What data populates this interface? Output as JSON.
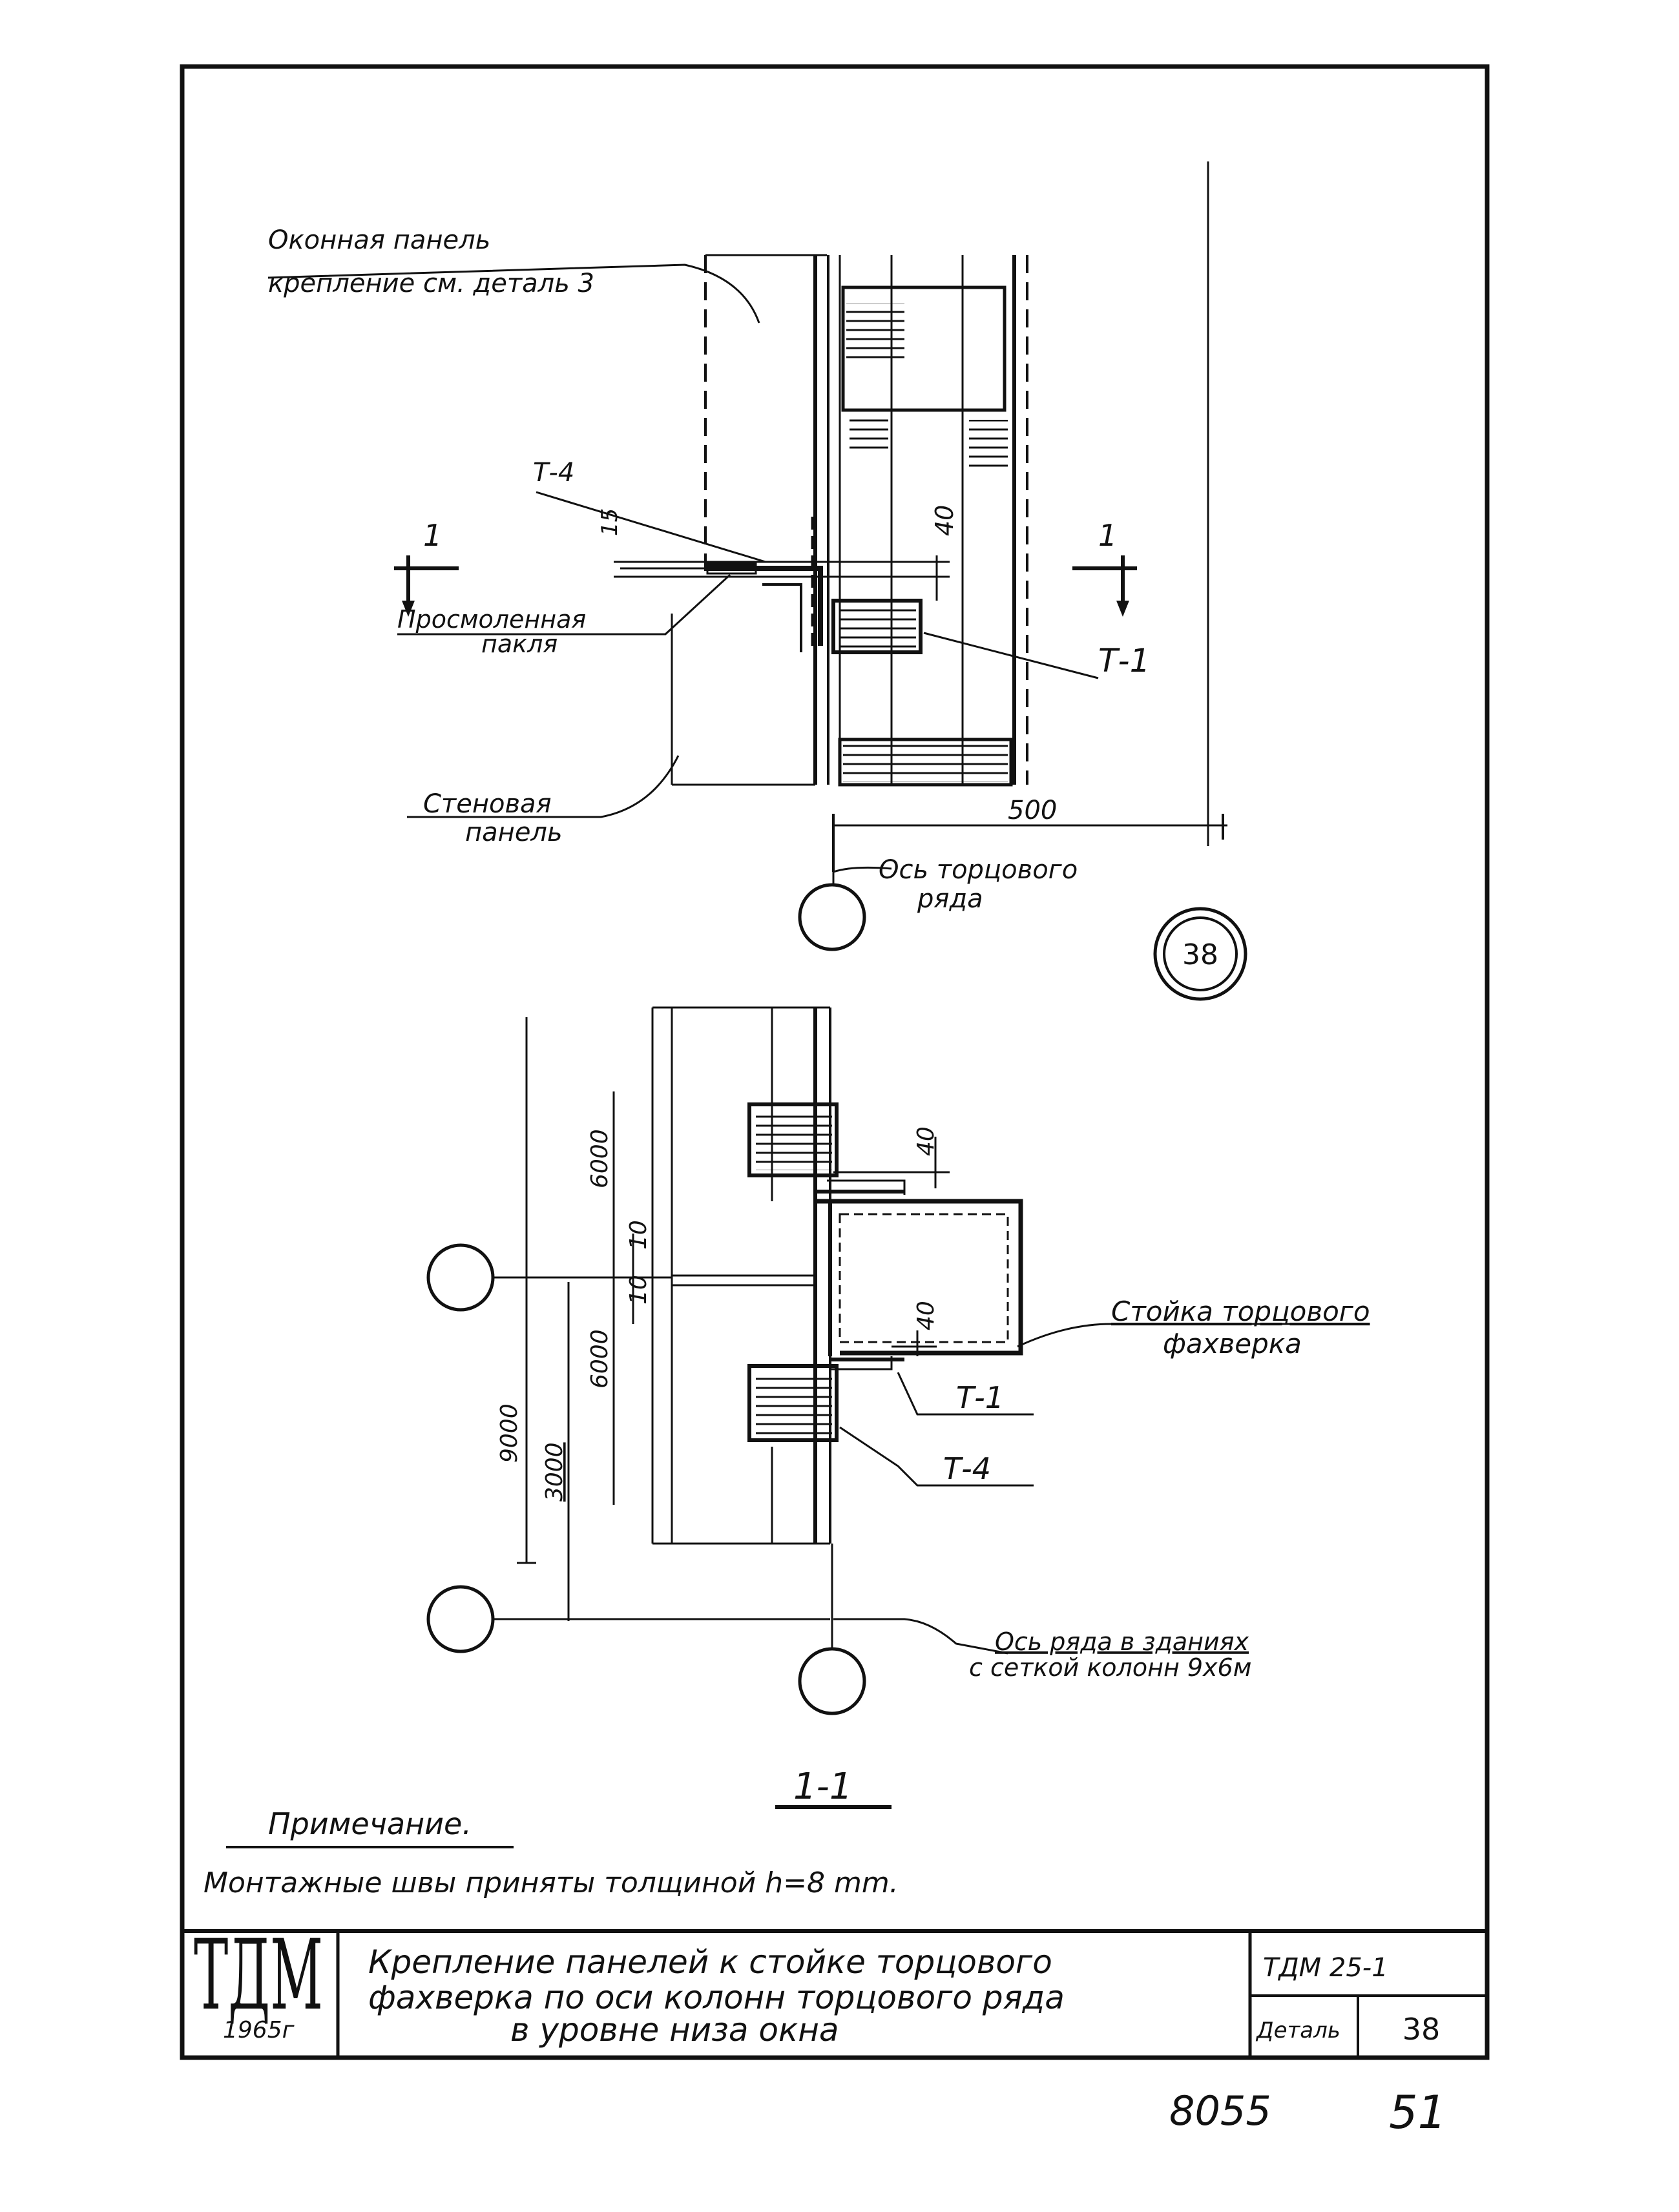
{
  "plan": {
    "window_panel_label": "Оконная панель",
    "window_panel_note": "крепление см. деталь 3",
    "wall_panel_line1": "Стеновая",
    "wall_panel_line2": "панель",
    "tow_line1": "Просмоленная",
    "tow_line2": "пакля",
    "section_mark": "1",
    "t4": "Т-4",
    "t1": "Т-1",
    "dim_15": "15",
    "dim_40": "40",
    "dim_500": "500",
    "axis_line1": "Ось торцового",
    "axis_line2": "ряда"
  },
  "detail_badge": "38",
  "section": {
    "title": "1-1",
    "dim_6000_top": "6000",
    "dim_10_top": "10",
    "dim_10_bottom": "10",
    "dim_6000_bottom": "6000",
    "dim_9000": "9000",
    "dim_3000": "3000",
    "dim_40_top": "40",
    "dim_40_bottom": "40",
    "post_line1": "Стойка торцового",
    "post_line2": "фахверка",
    "t1": "Т-1",
    "t4": "Т-4",
    "axis_line1": "Ось ряда в зданиях",
    "axis_line2": "с сеткой колонн 9х6м"
  },
  "note": {
    "heading": "Примечание.",
    "text": "Монтажные швы приняты толщиной h=8 mm."
  },
  "title_block": {
    "logo": "ТДМ",
    "year": "1965г",
    "line1": "Крепление панелей к стойке торцового",
    "line2": "фахверка по оси колонн торцового ряда",
    "line3": "в уровне низа окна",
    "code": "ТДМ 25-1",
    "detail_label": "Деталь",
    "detail_number": "38"
  },
  "footer": {
    "inventory": "8055",
    "page": "51"
  }
}
